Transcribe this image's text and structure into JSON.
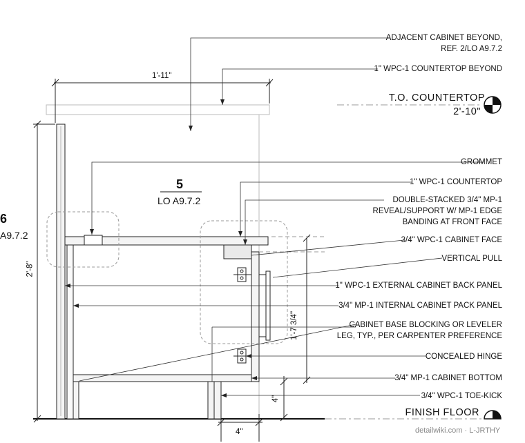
{
  "notes": {
    "adjacent_cabinet": "ADJACENT CABINET BEYOND,",
    "adjacent_ref": "REF. 2/LO A9.7.2",
    "countertop_beyond": "1\" WPC-1 COUNTERTOP BEYOND",
    "grommet": "GROMMET",
    "countertop": "1\" WPC-1 COUNTERTOP",
    "double_stacked_1": "DOUBLE-STACKED 3/4\" MP-1",
    "double_stacked_2": "REVEAL/SUPPORT W/ MP-1 EDGE",
    "double_stacked_3": "BANDING AT FRONT FACE",
    "cabinet_face": "3/4\" WPC-1 CABINET FACE",
    "vertical_pull": "VERTICAL PULL",
    "external_back": "1\" WPC-1 EXTERNAL CABINET BACK PANEL",
    "internal_pack": "3/4\" MP-1 INTERNAL CABINET PACK PANEL",
    "blocking_1": "CABINET BASE BLOCKING OR LEVELER",
    "blocking_2": "LEG, TYP., PER CARPENTER PREFERENCE",
    "hinge": "CONCEALED HINGE",
    "cabinet_bottom": "3/4\" MP-1 CABINET BOTTOM",
    "toe_kick": "3/4\" WPC-1 TOE-KICK"
  },
  "levels": {
    "countertop_label": "T.O. COUNTERTOP",
    "countertop_height": "2'-10\"",
    "floor_label": "FINISH FLOOR"
  },
  "dimensions": {
    "width": "1'-11\"",
    "height_total": "2'-8\"",
    "height_cabinet": "1'-7 3/4\"",
    "toe_height": "4\"",
    "toe_depth": "4\""
  },
  "callouts": {
    "detail_5_number": "5",
    "detail_5_sheet": "LO A9.7.2",
    "detail_6_number": "6",
    "detail_6_sheet": "A9.7.2"
  },
  "watermark": "detailwiki.com · L-JRTHY"
}
